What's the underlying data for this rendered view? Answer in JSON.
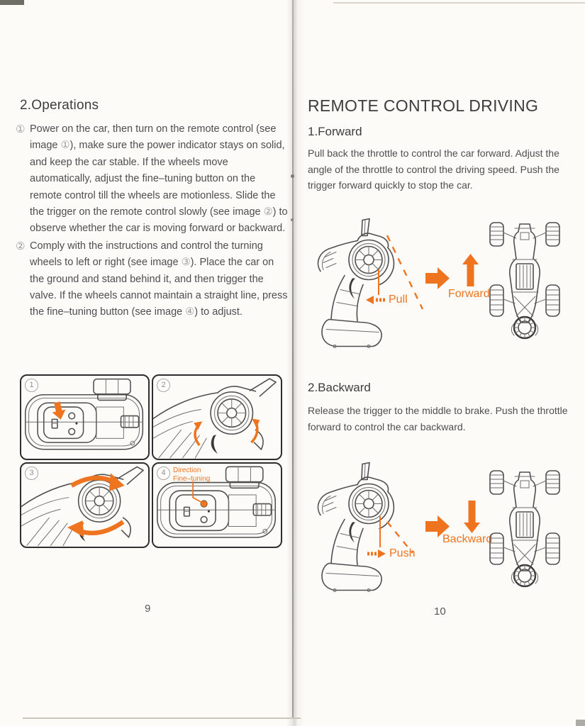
{
  "left_page": {
    "heading": "2.Operations",
    "page_number": "9",
    "items": [
      {
        "num": "①",
        "text": "Power on the car, then turn on the remote control (see image ①), make sure the power indicator stays on solid, and keep the car stable. If the wheels move automatically, adjust the fine–tuning button on the remote control till the wheels are motionless. Slide the the trigger on the remote control slowly (see image ②) to observe whether the car is moving forward or backward."
      },
      {
        "num": "②",
        "text": "Comply with the instructions and control the turning wheels to left or right (see image ③). Place the car on the ground and stand behind it, and then trigger the valve. If the wheels cannot maintain a straight line, press the fine–tuning button (see image ④) to adjust."
      }
    ],
    "panels": [
      {
        "num": "1"
      },
      {
        "num": "2"
      },
      {
        "num": "3"
      },
      {
        "num": "4",
        "label_line1": "Direction",
        "label_line2": "Fine–tuning"
      }
    ]
  },
  "right_page": {
    "heading": "REMOTE CONTROL DRIVING",
    "page_number": "10",
    "sections": [
      {
        "title": "1.Forward",
        "body": "Pull back the throttle to control the car forward. Adjust the angle of the throttle to control the driving speed. Push the trigger forward quickly to stop the car.",
        "action_label": "Pull",
        "direction_label": "Forward"
      },
      {
        "title": "2.Backward",
        "body": "Release the trigger to the middle to brake. Push the throttle forward to control the car backward.",
        "action_label": "Push",
        "direction_label": "Backward"
      }
    ]
  },
  "colors": {
    "accent_orange": "#ee7420",
    "ink": "#4a4a4a"
  }
}
